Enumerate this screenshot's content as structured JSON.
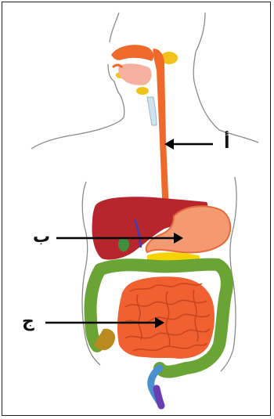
{
  "diagram": {
    "labels": {
      "a": "أ",
      "b": "ب",
      "c": "ج"
    },
    "colors": {
      "esophagus": "#ef6a2a",
      "stomach": "#f39a72",
      "liver": "#b8262d",
      "small_intestine": "#f06030",
      "large_intestine": "#6aa435",
      "salivary_glands": "#f2c21a",
      "pancreas": "#f5d300",
      "gallbladder": "#3f8f3f",
      "rectum": "#6a3db0",
      "outline": "#888888",
      "arrow": "#000000"
    }
  }
}
